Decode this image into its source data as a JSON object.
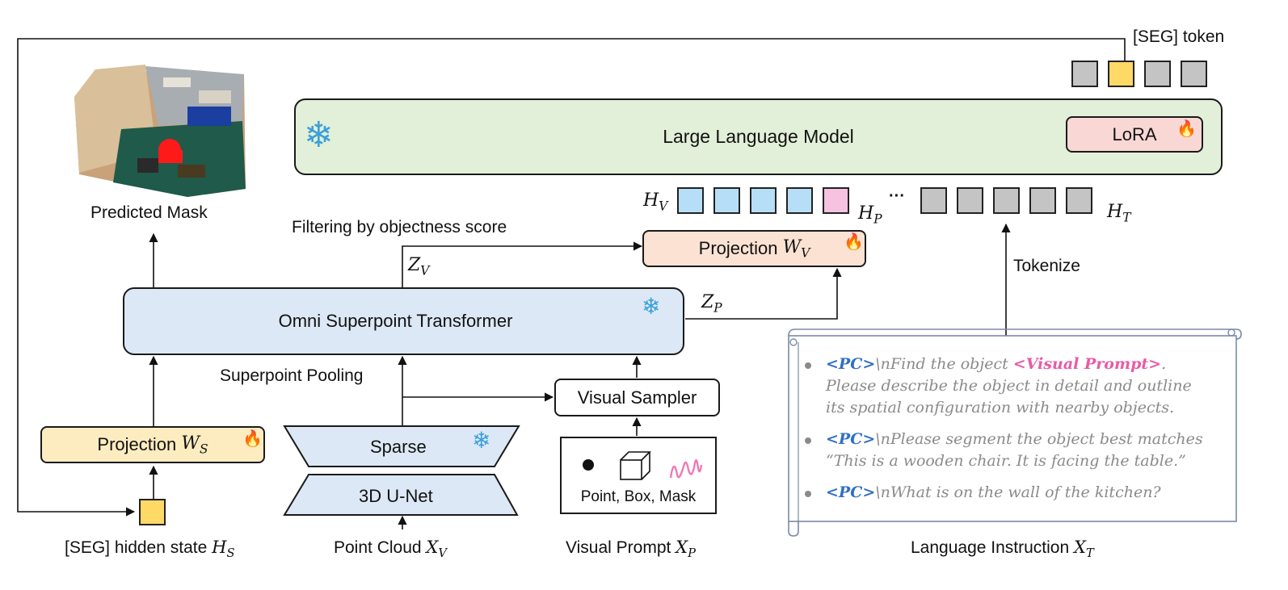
{
  "llm": {
    "label": "Large Language Model",
    "lora": "LoRA"
  },
  "seg_token_label": "[SEG] token",
  "predicted_mask": "Predicted Mask",
  "filtering": "Filtering by objectness score",
  "projection_v": {
    "text": "Projection ",
    "var": "W",
    "sub": "V"
  },
  "projection_s": {
    "text": "Projection ",
    "var": "W",
    "sub": "S"
  },
  "z_v": {
    "var": "Z",
    "sub": "V"
  },
  "z_p": {
    "var": "Z",
    "sub": "P"
  },
  "h_v": {
    "var": "H",
    "sub": "V"
  },
  "h_p": {
    "var": "H",
    "sub": "P"
  },
  "h_t": {
    "var": "H",
    "sub": "T"
  },
  "ellipsis": "···",
  "tokenize": "Tokenize",
  "ost": "Omni Superpoint Transformer",
  "superpoint_pooling": "Superpoint Pooling",
  "visual_sampler": "Visual Sampler",
  "sparse": "Sparse",
  "unet": "3D U-Net",
  "prompt_types": "Point, Box, Mask",
  "seg_hidden": {
    "text": "[SEG] hidden state ",
    "var": "H",
    "sub": "S"
  },
  "point_cloud": {
    "text": "Point Cloud ",
    "var": "X",
    "sub": "V"
  },
  "visual_prompt": {
    "text": "Visual Prompt ",
    "var": "X",
    "sub": "P"
  },
  "language_instruction": {
    "text": "Language Instruction ",
    "var": "X",
    "sub": "T"
  },
  "instructions": [
    {
      "pc": "<PC>",
      "pre": "\\nFind the object ",
      "vp": "<Visual Prompt>",
      "post": ". Please describe the object in detail and outline its spatial configuration with nearby objects."
    },
    {
      "pc": "<PC>",
      "pre": "\\nPlease segment the object best matches “This is a wooden chair. It is facing the table.”",
      "vp": "",
      "post": ""
    },
    {
      "pc": "<PC>",
      "pre": "\\nWhat is on the wall of the kitchen?",
      "vp": "",
      "post": ""
    }
  ],
  "colors": {
    "llm_fill": "#e2efd9",
    "lora_fill": "#f8d7d5",
    "projection_v_fill": "#fbe2d3",
    "projection_s_fill": "#fdecc0",
    "ost_fill": "#dce8f5",
    "unet_fill": "#dce8f5",
    "token_yellow": "#ffd966",
    "token_gray": "#c4c4c4",
    "token_blue": "#b6def7",
    "token_pink": "#f6c2e0",
    "snowflake": "#3aa0d8"
  },
  "icons": [
    "snowflake-icon",
    "fire-icon",
    "point-icon",
    "box-icon",
    "scribble-icon"
  ]
}
